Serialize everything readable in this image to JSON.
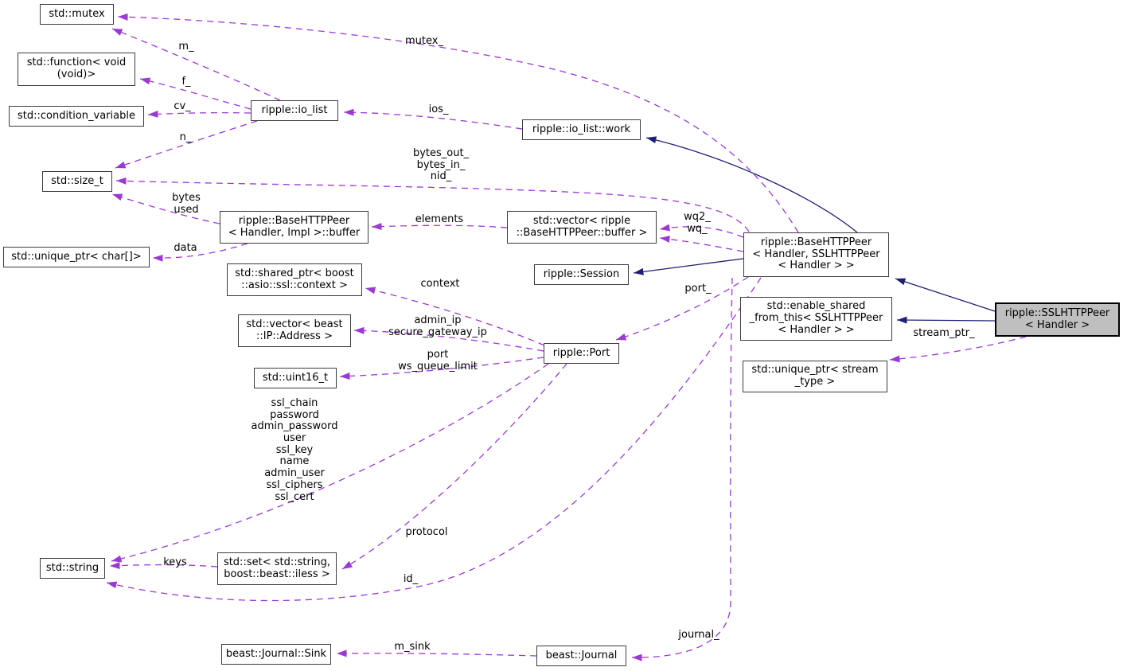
{
  "diagram": {
    "kind": "collaboration-graph",
    "colors": {
      "usage_edge": "#9B39D6",
      "inheritance_edge": "#1F1F78",
      "node_border": "#3c3c3c",
      "node_fill": "#ffffff",
      "current_node_fill": "#bfbfbf",
      "background": "#ffffff"
    },
    "nodes": [
      {
        "id": "std-mutex",
        "label": "std::mutex"
      },
      {
        "id": "std-function-void",
        "label": "std::function< void\n(void)>"
      },
      {
        "id": "std-condition-variable",
        "label": "std::condition_variable"
      },
      {
        "id": "std-size-t",
        "label": "std::size_t"
      },
      {
        "id": "ripple-io-list",
        "label": "ripple::io_list"
      },
      {
        "id": "ripple-io-list-work",
        "label": "ripple::io_list::work"
      },
      {
        "id": "basehttppeer-buffer",
        "label": "ripple::BaseHTTPPeer\n< Handler, Impl >::buffer"
      },
      {
        "id": "std-vector-buffer",
        "label": "std::vector< ripple\n::BaseHTTPPeer::buffer >"
      },
      {
        "id": "std-unique-ptr-char",
        "label": "std::unique_ptr< char[]>"
      },
      {
        "id": "std-shared-ptr-ssl-context",
        "label": "std::shared_ptr< boost\n::asio::ssl::context >"
      },
      {
        "id": "std-vector-ip-address",
        "label": "std::vector< beast\n::IP::Address >"
      },
      {
        "id": "std-uint16-t",
        "label": "std::uint16_t"
      },
      {
        "id": "ripple-basehttppeer",
        "label": "ripple::BaseHTTPPeer\n< Handler, SSLHTTPPeer\n< Handler > >"
      },
      {
        "id": "ripple-session",
        "label": "ripple::Session"
      },
      {
        "id": "ripple-port",
        "label": "ripple::Port"
      },
      {
        "id": "std-enable-shared-from-this",
        "label": "std::enable_shared\n_from_this< SSLHTTPPeer\n< Handler > >"
      },
      {
        "id": "ripple-sslhttppeer",
        "label": "ripple::SSLHTTPPeer\n< Handler >"
      },
      {
        "id": "std-unique-ptr-stream",
        "label": "std::unique_ptr< stream\n_type >"
      },
      {
        "id": "std-string",
        "label": "std::string"
      },
      {
        "id": "std-set-iless",
        "label": "std::set< std::string,\nboost::beast::iless >"
      },
      {
        "id": "beast-journal-sink",
        "label": "beast::Journal::Sink"
      },
      {
        "id": "beast-journal",
        "label": "beast::Journal"
      }
    ],
    "edge_labels": [
      {
        "text": "m_",
        "from": "ripple-io-list",
        "to": "std-mutex"
      },
      {
        "text": "f_",
        "from": "ripple-io-list",
        "to": "std-function-void"
      },
      {
        "text": "cv_",
        "from": "ripple-io-list",
        "to": "std-condition-variable"
      },
      {
        "text": "n_",
        "from": "ripple-io-list",
        "to": "std-size-t"
      },
      {
        "text": "mutex_",
        "from": "ripple-basehttppeer",
        "to": "std-mutex"
      },
      {
        "text": "ios_",
        "from": "ripple-io-list-work",
        "to": "ripple-io-list"
      },
      {
        "text": "bytes_out_\nbytes_in_\nnid_",
        "from": "ripple-basehttppeer",
        "to": "std-size-t"
      },
      {
        "text": "bytes\nused",
        "from": "basehttppeer-buffer",
        "to": "std-size-t"
      },
      {
        "text": "elements",
        "from": "std-vector-buffer",
        "to": "basehttppeer-buffer"
      },
      {
        "text": "data",
        "from": "basehttppeer-buffer",
        "to": "std-unique-ptr-char"
      },
      {
        "text": "wq2_\nwq_",
        "from": "ripple-basehttppeer",
        "to": "std-vector-buffer"
      },
      {
        "text": "context",
        "from": "ripple-port",
        "to": "std-shared-ptr-ssl-context"
      },
      {
        "text": "admin_ip\nsecure_gateway_ip",
        "from": "ripple-port",
        "to": "std-vector-ip-address"
      },
      {
        "text": "port\nws_queue_limit",
        "from": "ripple-port",
        "to": "std-uint16-t"
      },
      {
        "text": "port_",
        "from": "ripple-basehttppeer",
        "to": "ripple-port"
      },
      {
        "text": "stream_ptr_",
        "from": "ripple-sslhttppeer",
        "to": "std-unique-ptr-stream"
      },
      {
        "text": "ssl_chain\npassword\nadmin_password\nuser\nssl_key\nname\nadmin_user\nssl_ciphers\nssl_cert",
        "from": "ripple-port",
        "to": "std-string"
      },
      {
        "text": "protocol",
        "from": "ripple-port",
        "to": "std-set-iless"
      },
      {
        "text": "keys",
        "from": "std-set-iless",
        "to": "std-string"
      },
      {
        "text": "id_",
        "from": "ripple-basehttppeer",
        "to": "std-string"
      },
      {
        "text": "m_sink",
        "from": "beast-journal",
        "to": "beast-journal-sink"
      },
      {
        "text": "journal_",
        "from": "ripple-basehttppeer",
        "to": "beast-journal"
      }
    ],
    "inheritance_edges": [
      {
        "from": "ripple-basehttppeer",
        "to": "ripple-io-list-work"
      },
      {
        "from": "ripple-basehttppeer",
        "to": "ripple-session"
      },
      {
        "from": "ripple-sslhttppeer",
        "to": "ripple-basehttppeer"
      },
      {
        "from": "ripple-sslhttppeer",
        "to": "std-enable-shared-from-this"
      }
    ]
  }
}
